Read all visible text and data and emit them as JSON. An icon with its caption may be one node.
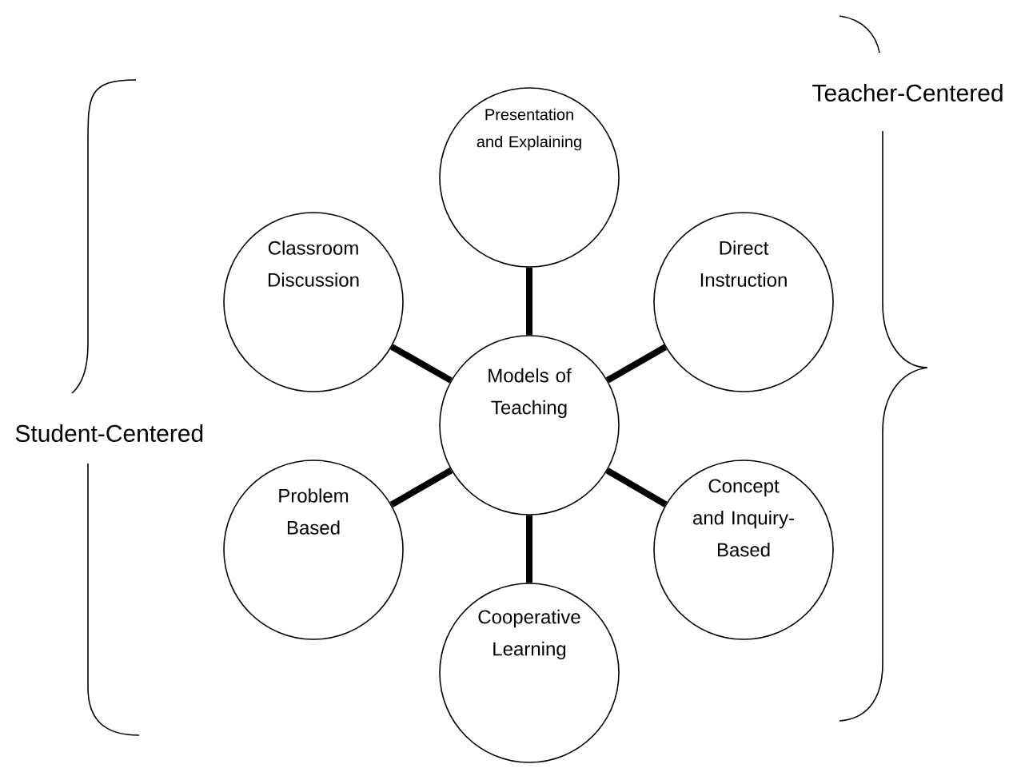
{
  "diagram": {
    "nodes": [
      {
        "text": [
          "Presentation and Explaining"
        ]
      },
      {
        "text": [
          "Classroom Discussion"
        ]
      },
      {
        "text": [
          "Direct Instruction"
        ]
      },
      {
        "text": [
          "Models of Teaching"
        ]
      },
      {
        "text": [
          "Problem Based"
        ]
      },
      {
        "text": [
          "Concept and Inquiry-Based"
        ]
      },
      {
        "text": [
          "Cooperative Learning"
        ]
      }
    ],
    "edges": [
      {
        "from": 3,
        "to": 0,
        "arrow": "none"
      },
      {
        "from": 3,
        "to": 1,
        "arrow": "none"
      },
      {
        "from": 3,
        "to": 2,
        "arrow": "none"
      },
      {
        "from": 3,
        "to": 4,
        "arrow": "none"
      },
      {
        "from": 3,
        "to": 5,
        "arrow": "none"
      },
      {
        "from": 3,
        "to": 6,
        "arrow": "none"
      }
    ],
    "labels": [
      "Teacher-Centered",
      "Student-Centered"
    ]
  }
}
